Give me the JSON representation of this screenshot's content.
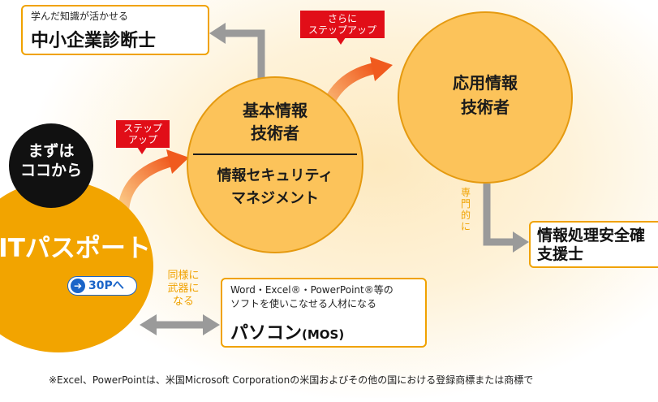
{
  "diagram": {
    "ip_circle": {
      "label": "ITパスポート"
    },
    "start_bubble": {
      "line1": "まずは",
      "line2": "ココから"
    },
    "page_ref": {
      "text": "30Pへ"
    },
    "tag_step_up": {
      "line1": "ステップ",
      "line2": "アップ"
    },
    "tag_further_step_up": {
      "line1": "さらに",
      "line2": "ステップアップ"
    },
    "fe_circle": {
      "line1": "基本情報",
      "line2": "技術者",
      "line3": "情報セキュリティ",
      "line4": "マネジメント"
    },
    "ap_circle": {
      "line1": "応用情報",
      "line2": "技術者"
    },
    "sme_box": {
      "caption": "学んだ知識が活かせる",
      "title": "中小企業診断士"
    },
    "specialized_note": {
      "chars": [
        "専",
        "門",
        "的",
        "に"
      ]
    },
    "riss_box": {
      "line1": "情報処理安全確",
      "line2": "支援士"
    },
    "weapon_note": {
      "line1": "同様に",
      "line2": "武器に",
      "line3": "なる"
    },
    "mos_box": {
      "line1": "Word・Excel®・PowerPoint®等の",
      "line2": "ソフトを使いこなせる人材になる",
      "title": "パソコン",
      "title_suffix": "(MOS)"
    },
    "footnote": "※Excel、PowerPointは、米国Microsoft Corporationの米国およびその他の国における登録商標または商標で"
  },
  "colors": {
    "accent_orange": "#f0a200",
    "circle_fill": "#fcc35a",
    "ip_fill": "#f2a400",
    "tag_red": "#e10e18",
    "arrow_gray": "#9a9a9a",
    "page_ref_blue": "#1a64c8"
  },
  "icons": [
    "arrow-circle-right-icon",
    "step-up-arrow-icon",
    "double-headed-arrow-icon"
  ]
}
